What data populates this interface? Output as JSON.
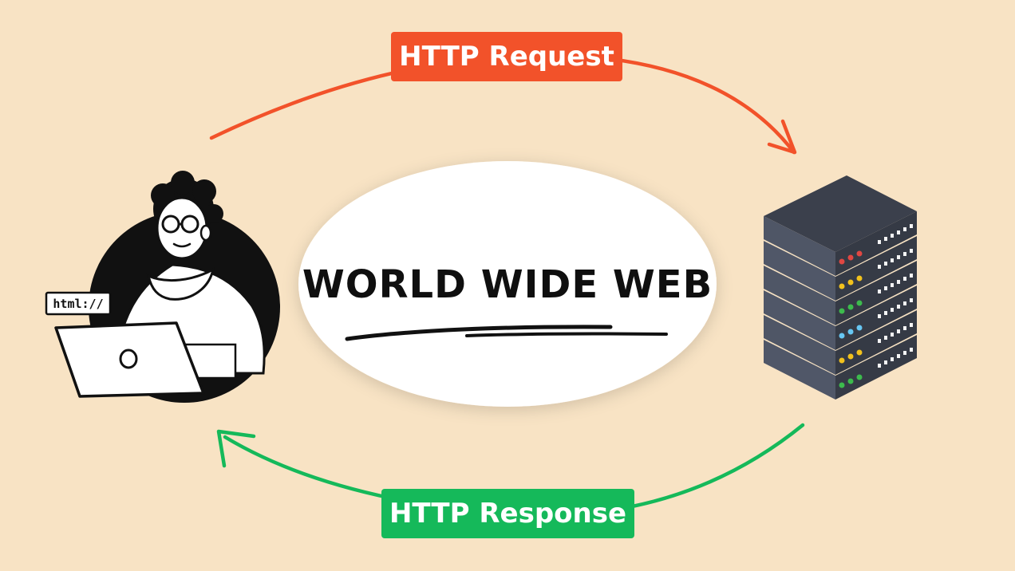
{
  "diagram": {
    "request_label": "HTTP Request",
    "response_label": "HTTP Response",
    "center_title": "WORLD WIDE WEB",
    "url_bar_text": "html://"
  },
  "icons": {
    "client": "person-laptop-icon",
    "server": "server-rack-icon"
  },
  "colors": {
    "background": "#f8e3c4",
    "request": "#f2522a",
    "response": "#15b95a",
    "server_body": "#4f5666",
    "server_top": "#3b404c",
    "oval": "#ffffff",
    "ink": "#0f0f0f"
  }
}
